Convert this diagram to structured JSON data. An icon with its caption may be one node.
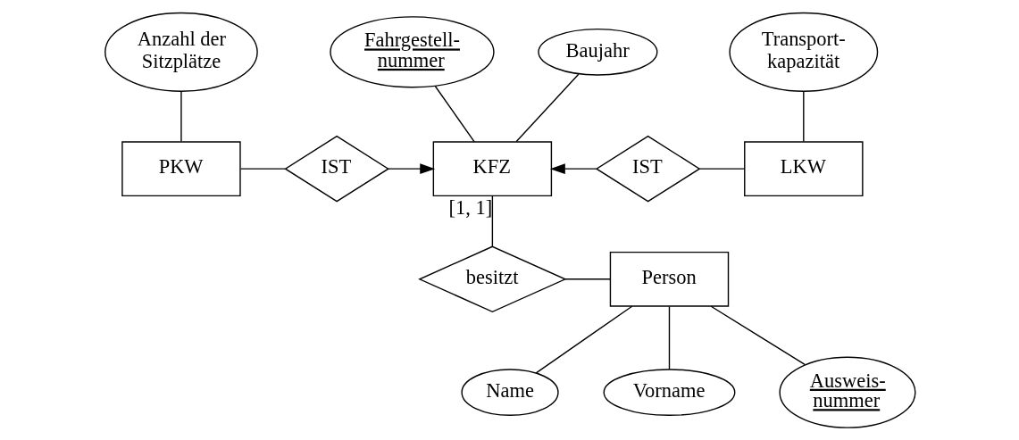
{
  "diagram": {
    "nodes": [
      {
        "text": [
          "Anzahl der Sitzplätze"
        ]
      },
      {
        "text": [
          "Fahrgestell- nummer"
        ]
      },
      {
        "text": [
          "Baujahr"
        ]
      },
      {
        "text": [
          "Transport- kapazität"
        ]
      },
      {
        "text": [
          "PKW"
        ]
      },
      {
        "text": [
          "IST"
        ]
      },
      {
        "text": [
          "KFZ"
        ]
      },
      {
        "text": [
          "IST"
        ]
      },
      {
        "text": [
          "LKW"
        ]
      },
      {
        "text": [
          "besitzt"
        ]
      },
      {
        "text": [
          "Person"
        ]
      },
      {
        "text": [
          "Name"
        ]
      },
      {
        "text": [
          "Vorname"
        ]
      },
      {
        "text": [
          "Ausweis- nummer"
        ]
      }
    ],
    "edges": [
      {
        "from": 0,
        "to": 4,
        "arrow": "none"
      },
      {
        "from": 4,
        "to": 5,
        "arrow": "none"
      },
      {
        "from": 5,
        "to": 6,
        "arrow": "to"
      },
      {
        "from": 1,
        "to": 6,
        "arrow": "none"
      },
      {
        "from": 2,
        "to": 6,
        "arrow": "none"
      },
      {
        "from": 8,
        "to": 7,
        "arrow": "none"
      },
      {
        "from": 7,
        "to": 6,
        "arrow": "to"
      },
      {
        "from": 3,
        "to": 8,
        "arrow": "none"
      },
      {
        "from": 6,
        "to": 9,
        "arrow": "none",
        "label": "[1, 1]"
      },
      {
        "from": 9,
        "to": 10,
        "arrow": "none"
      },
      {
        "from": 10,
        "to": 11,
        "arrow": "none"
      },
      {
        "from": 10,
        "to": 12,
        "arrow": "none"
      },
      {
        "from": 10,
        "to": 13,
        "arrow": "none"
      }
    ]
  }
}
